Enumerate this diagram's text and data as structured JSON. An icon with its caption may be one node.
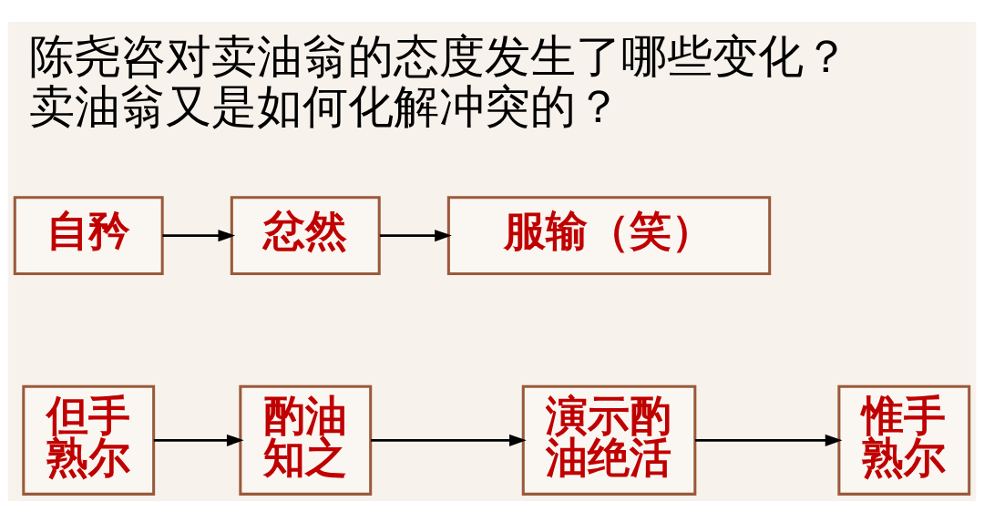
{
  "diagram": {
    "title": "陈尧咨对卖油翁的态度发生了哪些变化？卖油翁又是如何化解冲突的？",
    "nodes": [
      {
        "text": [
          "自矜"
        ]
      },
      {
        "text": [
          "忿然"
        ]
      },
      {
        "text": [
          "服输（笑）"
        ]
      },
      {
        "text": [
          "但手熟尔"
        ]
      },
      {
        "text": [
          "酌油知之"
        ]
      },
      {
        "text": [
          "演示酌油绝活"
        ]
      },
      {
        "text": [
          "惟手熟尔"
        ]
      }
    ],
    "edges": [
      {
        "from": 0,
        "to": 1,
        "arrow": "to"
      },
      {
        "from": 1,
        "to": 2,
        "arrow": "to"
      },
      {
        "from": 3,
        "to": 4,
        "arrow": "to"
      },
      {
        "from": 4,
        "to": 5,
        "arrow": "to"
      },
      {
        "from": 5,
        "to": 6,
        "arrow": "to"
      }
    ]
  }
}
